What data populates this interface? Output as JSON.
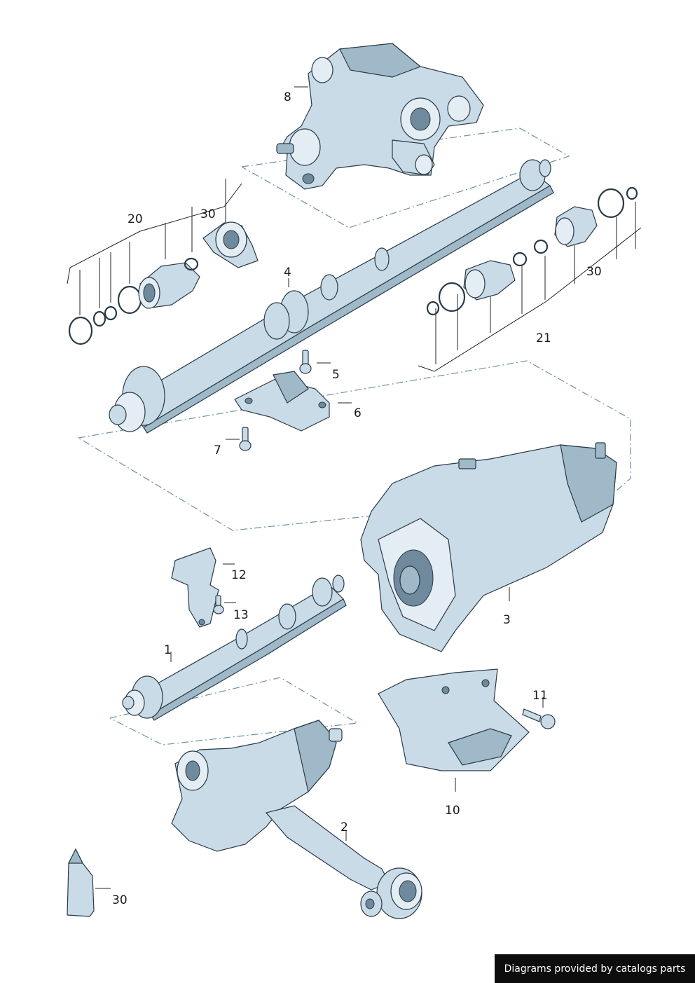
{
  "callouts": {
    "c8": "8",
    "c20": "20",
    "c30_top": "30",
    "c4": "4",
    "c5": "5",
    "c6": "6",
    "c7": "7",
    "c30_right": "30",
    "c21": "21",
    "c12": "12",
    "c13": "13",
    "c3": "3",
    "c1": "1",
    "c11": "11",
    "c10": "10",
    "c2": "2",
    "c30_bottom": "30"
  },
  "credit": "Diagrams provided by catalogs parts",
  "colors": {
    "part_fill": "#c9dbe6",
    "part_shade": "#9fb9c9",
    "outline": "#2a3a46",
    "dash_line": "#6e8fa4",
    "credit_bg": "#0d0d0d"
  }
}
